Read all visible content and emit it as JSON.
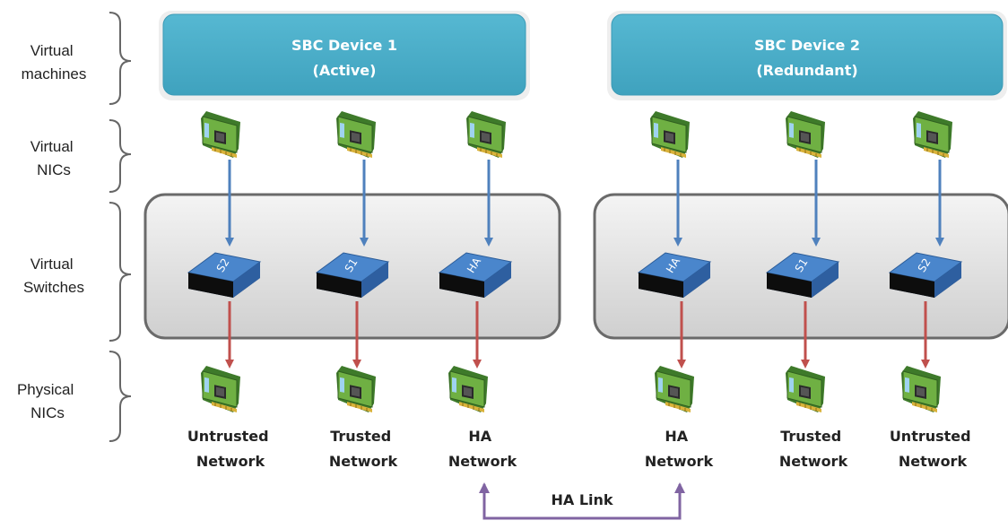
{
  "layers": {
    "vm": [
      "Virtual",
      "machines"
    ],
    "vnic": [
      "Virtual",
      "NICs"
    ],
    "vswitch": [
      "Virtual",
      "Switches"
    ],
    "pnic": [
      "Physical",
      "NICs"
    ]
  },
  "devices": [
    {
      "title": "SBC Device 1",
      "subtitle": "(Active)",
      "switches": [
        "S2",
        "S1",
        "HA"
      ],
      "networks": [
        [
          "Untrusted",
          "Network"
        ],
        [
          "Trusted",
          "Network"
        ],
        [
          "HA",
          "Network"
        ]
      ]
    },
    {
      "title": "SBC Device 2",
      "subtitle": "(Redundant)",
      "switches": [
        "HA",
        "S1",
        "S2"
      ],
      "networks": [
        [
          "HA",
          "Network"
        ],
        [
          "Trusted",
          "Network"
        ],
        [
          "Untrusted",
          "Network"
        ]
      ]
    }
  ],
  "ha_link": {
    "label": "HA Link"
  },
  "colors": {
    "vm_box": "#4bacc6",
    "vm_border": "#e6e6e6",
    "switch_container": "#d4d4d4",
    "switch_body": "#3f7fc4",
    "nic_to_switch_arrow": "#4f81bd",
    "switch_to_nic_arrow": "#c0504d",
    "ha_link_arrow": "#8064a2",
    "nic_board": "#5a9e3a"
  },
  "icons": {
    "nic": "network-card-icon",
    "switch": "network-switch-icon"
  }
}
